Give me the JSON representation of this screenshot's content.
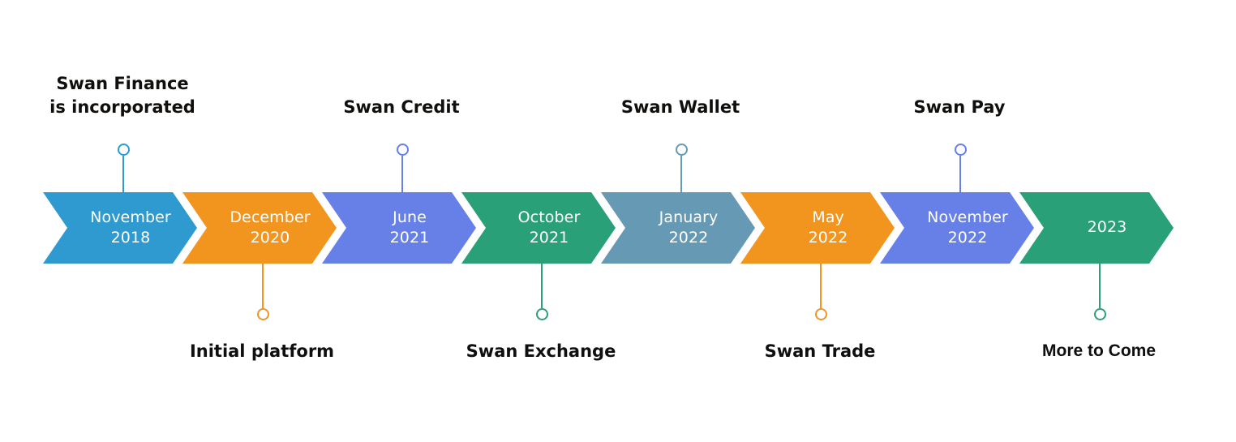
{
  "diagram": {
    "type": "timeline",
    "title": "Swan product milestone timeline",
    "background": "#ffffff",
    "caption_color": "#100f0d",
    "chevron_text_color": "#ffffff"
  },
  "chart_data": {
    "type": "timeline",
    "title": "Swan product milestone timeline",
    "steps": [
      {
        "period_line1": "November",
        "period_line2": "2018",
        "milestone": "Swan Finance is incorporated",
        "side": "top",
        "color": "#2e9ad0"
      },
      {
        "period_line1": "December",
        "period_line2": "2020",
        "milestone": "Initial platform",
        "side": "bottom",
        "color": "#f2951f"
      },
      {
        "period_line1": "June",
        "period_line2": "2021",
        "milestone": "Swan Credit",
        "side": "top",
        "color": "#6680e8"
      },
      {
        "period_line1": "October",
        "period_line2": "2021",
        "milestone": "Swan Exchange",
        "side": "bottom",
        "color": "#2aa079"
      },
      {
        "period_line1": "January",
        "period_line2": "2022",
        "milestone": "Swan Wallet",
        "side": "top",
        "color": "#6699b3"
      },
      {
        "period_line1": "May",
        "period_line2": "2022",
        "milestone": "Swan Trade",
        "side": "bottom",
        "color": "#f2951f"
      },
      {
        "period_line1": "November",
        "period_line2": "2022",
        "milestone": "Swan Pay",
        "side": "top",
        "color": "#6680e8"
      },
      {
        "period_line1": "2023",
        "period_line2": "",
        "milestone": "More to Come",
        "side": "bottom",
        "color": "#2aa079"
      }
    ]
  },
  "steps": [
    {
      "period_line1": "November",
      "period_line2": "2018",
      "color": "#2e9ad0",
      "caption_line1": "Swan Finance",
      "caption_line2": "is incorporated"
    },
    {
      "period_line1": "December",
      "period_line2": "2020",
      "color": "#f2951f",
      "caption_line1": "Initial platform",
      "caption_line2": ""
    },
    {
      "period_line1": "June",
      "period_line2": "2021",
      "color": "#6680e8",
      "caption_line1": "Swan Credit",
      "caption_line2": ""
    },
    {
      "period_line1": "October",
      "period_line2": "2021",
      "color": "#2aa079",
      "caption_line1": "Swan Exchange",
      "caption_line2": ""
    },
    {
      "period_line1": "January",
      "period_line2": "2022",
      "color": "#6699b3",
      "caption_line1": "Swan Wallet",
      "caption_line2": ""
    },
    {
      "period_line1": "May",
      "period_line2": "2022",
      "color": "#f2951f",
      "caption_line1": "Swan Trade",
      "caption_line2": ""
    },
    {
      "period_line1": "November",
      "period_line2": "2022",
      "color": "#6680e8",
      "caption_line1": "Swan Pay",
      "caption_line2": ""
    },
    {
      "period_line1": "2023",
      "period_line2": "",
      "color": "#2aa079",
      "caption_line1": "More to Come",
      "caption_line2": ""
    }
  ]
}
